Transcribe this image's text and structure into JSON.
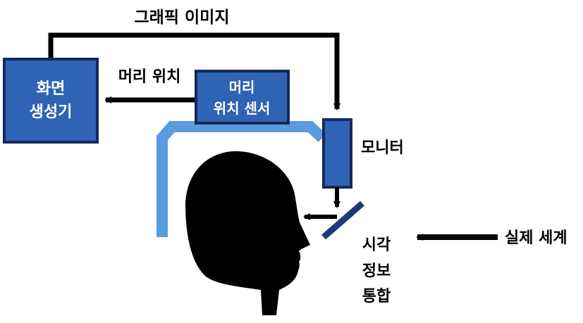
{
  "labels": {
    "graphic_image": "그래픽 이미지",
    "head_position": "머리 위치",
    "monitor": "모니터",
    "real_world": "실제 세계",
    "visual_integration": [
      "시각",
      "정보",
      "통합"
    ]
  },
  "boxes": {
    "screen_generator": [
      "화면",
      "생성기"
    ],
    "head_sensor": [
      "머리",
      "위치 센서"
    ]
  },
  "colors": {
    "box_fill": "#2f64b4",
    "box_border": "#16295a",
    "frame": "#5b9be0",
    "head": "#000000",
    "mirror": "#1f3a7a",
    "line": "#000000"
  }
}
